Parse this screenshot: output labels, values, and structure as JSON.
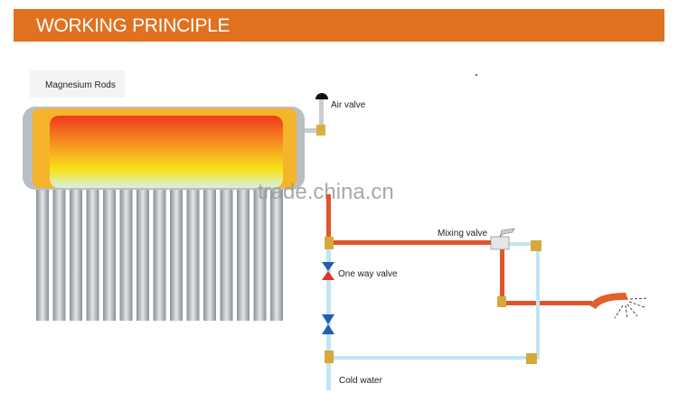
{
  "header": {
    "title": "WORKING PRINCIPLE"
  },
  "labels": {
    "magnesium_rods": "Magnesium Rods",
    "air_valve": "Air valve",
    "mixing_valve": "Mixing valve",
    "one_way_valve": "One way valve",
    "cold_water": "Cold water"
  },
  "watermark": "trade.china.cn",
  "colors": {
    "header": "#e0711f",
    "hot_pipe": "#e2552b",
    "cold_pipe": "#bfe6f2",
    "valve_blue": "#1f5fae",
    "valve_red": "#e8302a"
  }
}
